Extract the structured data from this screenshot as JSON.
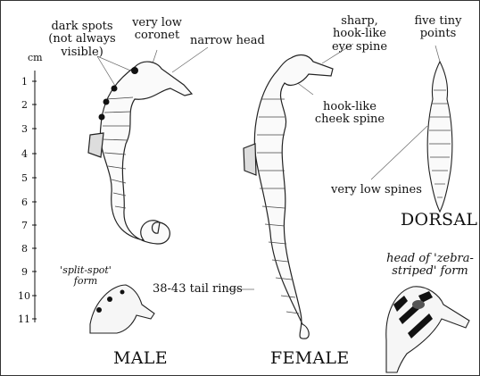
{
  "labels": {
    "dark_spots": "dark spots\n(not always\nvisible)",
    "very_low_coronet": "very low\ncoronet",
    "narrow_head": "narrow head",
    "sharp_spine": "sharp,\nhook-like\neye spine",
    "cheek_spine": "hook-like\ncheek spine",
    "five_points": "five tiny\npoints",
    "very_low_spines": "very low spines",
    "dorsal": "DORSAL",
    "split_spot": "'split-spot'\nform",
    "tail_rings": "38-43 tail rings",
    "zebra": "head of 'zebra-\nstriped' form",
    "male": "MALE",
    "female": "FEMALE"
  },
  "scale": {
    "unit": "cm",
    "ticks": [
      "1",
      "2",
      "3",
      "4",
      "5",
      "6",
      "7",
      "8",
      "9",
      "10",
      "11"
    ]
  }
}
